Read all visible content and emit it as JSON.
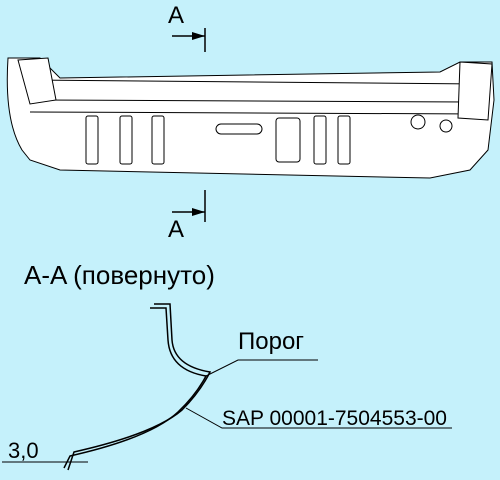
{
  "labels": {
    "section_marker_top": "A",
    "section_marker_bottom": "A",
    "section_title": "A-A (повернуто)",
    "part_name": "Порог",
    "part_number": "SAP 00001-7504553-00",
    "dimension": "3,0"
  },
  "colors": {
    "background": "#c5f1fb",
    "panel_fill": "#ffffff",
    "stroke": "#000000"
  }
}
